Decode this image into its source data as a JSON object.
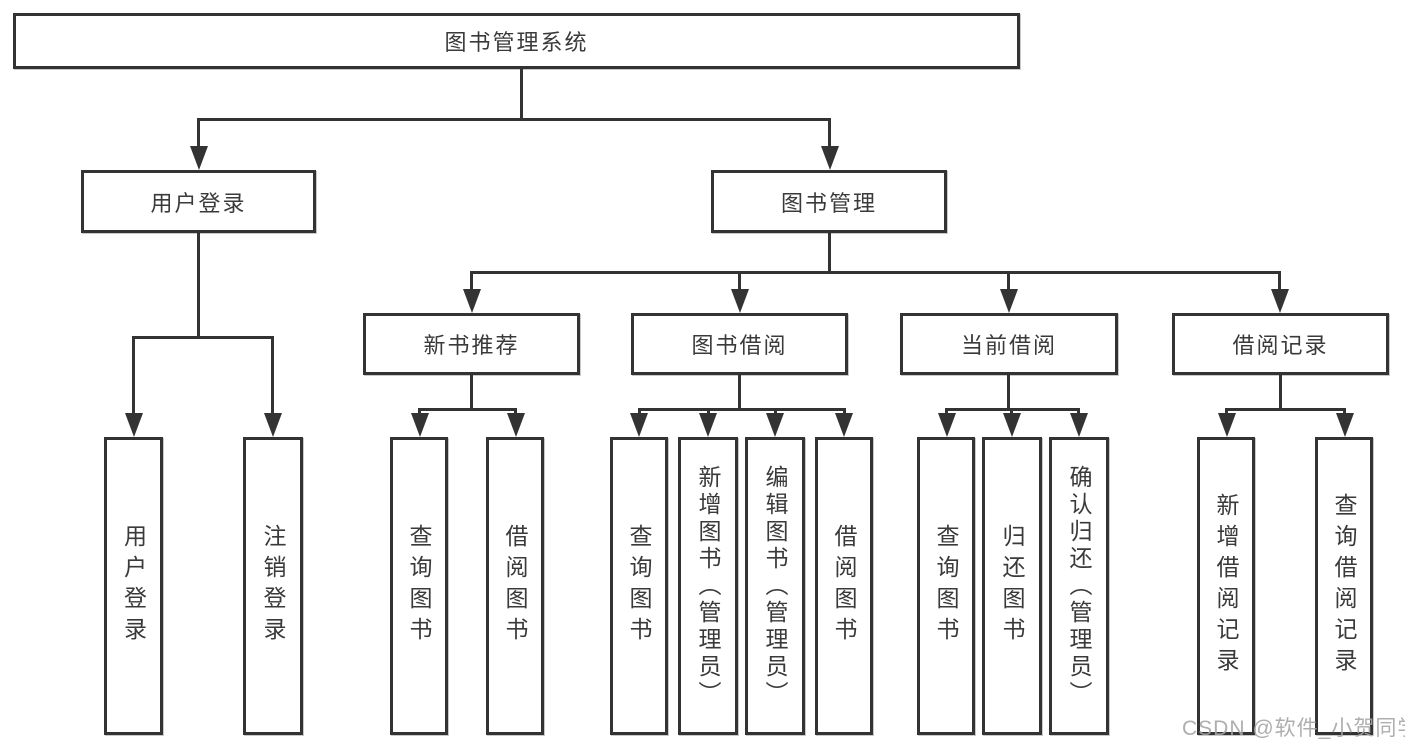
{
  "diagram_title": "图书管理系统",
  "tree": {
    "root": {
      "label": "图书管理系统"
    },
    "children": [
      {
        "label": "用户登录",
        "children": [
          {
            "label": "用户登录"
          },
          {
            "label": "注销登录"
          }
        ]
      },
      {
        "label": "图书管理",
        "children": [
          {
            "label": "新书推荐",
            "children": [
              {
                "label": "查询图书"
              },
              {
                "label": "借阅图书"
              }
            ]
          },
          {
            "label": "图书借阅",
            "children": [
              {
                "label": "查询图书"
              },
              {
                "label": "新增图书（管理员）"
              },
              {
                "label": "编辑图书（管理员）"
              },
              {
                "label": "借阅图书"
              }
            ]
          },
          {
            "label": "当前借阅",
            "children": [
              {
                "label": "查询图书"
              },
              {
                "label": "归还图书"
              },
              {
                "label": "确认归还（管理员）"
              }
            ]
          },
          {
            "label": "借阅记录",
            "children": [
              {
                "label": "新增借阅记录"
              },
              {
                "label": "查询借阅记录"
              }
            ]
          }
        ]
      }
    ]
  },
  "watermark": {
    "text": "CSDN @软件_小贺同学"
  },
  "colors": {
    "line": "#333333",
    "box_border": "#333333",
    "text": "#3a3a3a",
    "watermark": "#a5a5a5",
    "background": "#ffffff"
  }
}
